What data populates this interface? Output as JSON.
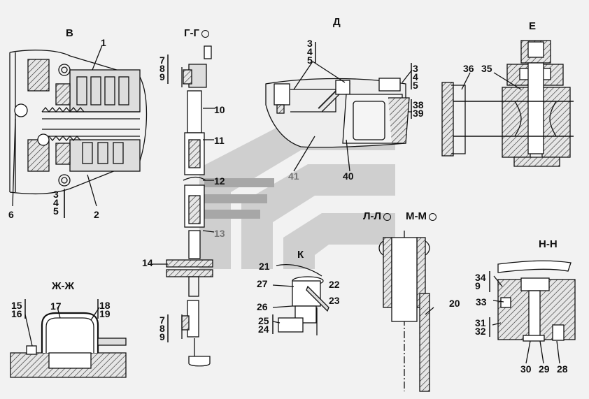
{
  "views": {
    "v": "В",
    "gg": "Г-Г",
    "d": "Д",
    "e": "Е",
    "zhzh": "Ж-Ж",
    "k": "К",
    "ll": "Л-Л",
    "mm": "М-М",
    "nn": "Н-Н"
  },
  "callouts": {
    "c1": "1",
    "c2": "2",
    "c6": "6",
    "c10": "10",
    "c11": "11",
    "c12": "12",
    "c13": "13",
    "c14": "14",
    "c17": "17",
    "c20": "20",
    "c21": "21",
    "c22": "22",
    "c23": "23",
    "c26": "26",
    "c27": "27",
    "c28": "28",
    "c29": "29",
    "c30": "30",
    "c33": "33",
    "c35": "35",
    "c36": "36",
    "c40": "40",
    "c41": "41"
  },
  "stacks": {
    "v_345": [
      "3",
      "4",
      "5"
    ],
    "gg_789_top": [
      "7",
      "8",
      "9"
    ],
    "gg_789_bot": [
      "7",
      "8",
      "9"
    ],
    "d_345_left": [
      "3",
      "4",
      "5"
    ],
    "d_345_right": [
      "3",
      "4",
      "5"
    ],
    "d_3839": [
      "38",
      "39"
    ],
    "zh_1516": [
      "15",
      "16"
    ],
    "zh_1819": [
      "18",
      "19"
    ],
    "k_2524": [
      "25",
      "24"
    ],
    "n_349": [
      "34",
      "9"
    ],
    "n_3132": [
      "31",
      "32"
    ]
  }
}
